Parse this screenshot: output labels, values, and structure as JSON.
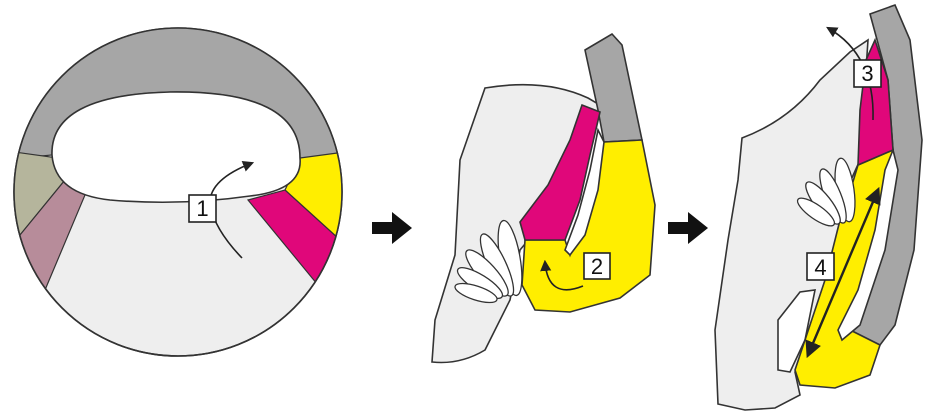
{
  "labels": {
    "one": "1",
    "two": "2",
    "three": "3",
    "four": "4"
  },
  "colors": {
    "background": "#ffffff",
    "tissue": "#eeeeee",
    "gray_layer": "#a6a6a6",
    "yellow": "#ffee00",
    "magenta": "#e0077a",
    "olive": "#b5b59c",
    "mauve": "#b78c9a",
    "outline": "#333333"
  }
}
